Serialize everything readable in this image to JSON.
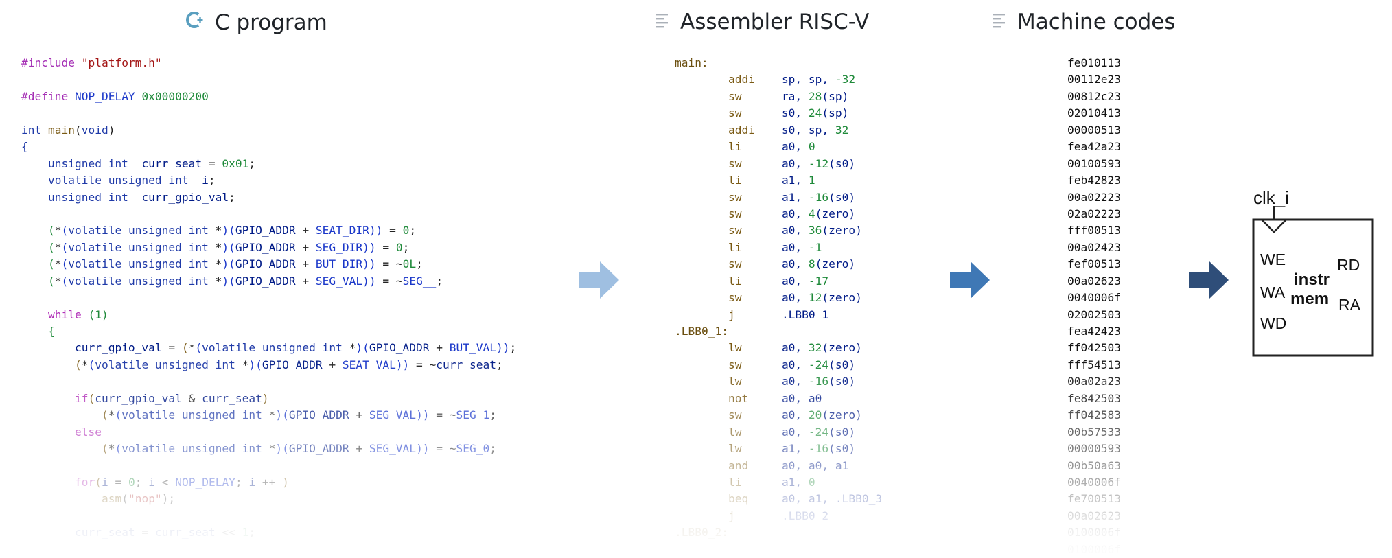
{
  "titles": {
    "c_program": "C program",
    "assembler": "Assembler RISC-V",
    "machine_codes": "Machine codes"
  },
  "icons": {
    "c_program": "c-language-icon",
    "assembler": "text-lines-icon",
    "machine_codes": "text-lines-icon",
    "arrows": "right-arrow-icon"
  },
  "colors": {
    "arrow1": "#9fbfe1",
    "arrow2": "#3f78b5",
    "arrow3": "#2f4e79",
    "c_icon": "#5a9fbf"
  },
  "c_code": [
    {
      "t": [
        {
          "c": "pp",
          "s": "#include "
        },
        {
          "c": "str",
          "s": "\"platform.h\""
        }
      ]
    },
    {
      "t": []
    },
    {
      "t": [
        {
          "c": "pp",
          "s": "#define "
        },
        {
          "c": "mac",
          "s": "NOP_DELAY "
        },
        {
          "c": "num",
          "s": "0x00000200"
        }
      ]
    },
    {
      "t": []
    },
    {
      "t": [
        {
          "c": "kw",
          "s": "int "
        },
        {
          "c": "fn",
          "s": "main"
        },
        {
          "c": "op",
          "s": "("
        },
        {
          "c": "kw",
          "s": "void"
        },
        {
          "c": "op",
          "s": ")"
        }
      ]
    },
    {
      "t": [
        {
          "c": "kw",
          "s": "{"
        }
      ]
    },
    {
      "t": [
        {
          "c": "op",
          "s": "    "
        },
        {
          "c": "kw",
          "s": "unsigned int  "
        },
        {
          "c": "id",
          "s": "curr_seat"
        },
        {
          "c": "op",
          "s": " = "
        },
        {
          "c": "num",
          "s": "0x01"
        },
        {
          "c": "op",
          "s": ";"
        }
      ]
    },
    {
      "t": [
        {
          "c": "op",
          "s": "    "
        },
        {
          "c": "kw",
          "s": "volatile unsigned int  "
        },
        {
          "c": "id",
          "s": "i"
        },
        {
          "c": "op",
          "s": ";"
        }
      ]
    },
    {
      "t": [
        {
          "c": "op",
          "s": "    "
        },
        {
          "c": "kw",
          "s": "unsigned int  "
        },
        {
          "c": "id",
          "s": "curr_gpio_val"
        },
        {
          "c": "op",
          "s": ";"
        }
      ]
    },
    {
      "t": []
    },
    {
      "t": [
        {
          "c": "num",
          "s": "    ("
        },
        {
          "c": "op",
          "s": "*"
        },
        {
          "c": "mac",
          "s": "("
        },
        {
          "c": "kw",
          "s": "volatile unsigned int "
        },
        {
          "c": "op",
          "s": "*"
        },
        {
          "c": "mac",
          "s": ")("
        },
        {
          "c": "id",
          "s": "GPIO_ADDR"
        },
        {
          "c": "op",
          "s": " + "
        },
        {
          "c": "mac",
          "s": "SEAT_DIR"
        },
        {
          "c": "mac",
          "s": "))"
        },
        {
          "c": "op",
          "s": " = "
        },
        {
          "c": "num",
          "s": "0"
        },
        {
          "c": "op",
          "s": ";"
        }
      ]
    },
    {
      "t": [
        {
          "c": "num",
          "s": "    ("
        },
        {
          "c": "op",
          "s": "*"
        },
        {
          "c": "mac",
          "s": "("
        },
        {
          "c": "kw",
          "s": "volatile unsigned int "
        },
        {
          "c": "op",
          "s": "*"
        },
        {
          "c": "mac",
          "s": ")("
        },
        {
          "c": "id",
          "s": "GPIO_ADDR"
        },
        {
          "c": "op",
          "s": " + "
        },
        {
          "c": "mac",
          "s": "SEG_DIR"
        },
        {
          "c": "mac",
          "s": "))"
        },
        {
          "c": "op",
          "s": " = "
        },
        {
          "c": "num",
          "s": "0"
        },
        {
          "c": "op",
          "s": ";"
        }
      ]
    },
    {
      "t": [
        {
          "c": "num",
          "s": "    ("
        },
        {
          "c": "op",
          "s": "*"
        },
        {
          "c": "mac",
          "s": "("
        },
        {
          "c": "kw",
          "s": "volatile unsigned int "
        },
        {
          "c": "op",
          "s": "*"
        },
        {
          "c": "mac",
          "s": ")("
        },
        {
          "c": "id",
          "s": "GPIO_ADDR"
        },
        {
          "c": "op",
          "s": " + "
        },
        {
          "c": "mac",
          "s": "BUT_DIR"
        },
        {
          "c": "mac",
          "s": "))"
        },
        {
          "c": "op",
          "s": " = ~"
        },
        {
          "c": "num",
          "s": "0L"
        },
        {
          "c": "op",
          "s": ";"
        }
      ]
    },
    {
      "t": [
        {
          "c": "num",
          "s": "    ("
        },
        {
          "c": "op",
          "s": "*"
        },
        {
          "c": "mac",
          "s": "("
        },
        {
          "c": "kw",
          "s": "volatile unsigned int "
        },
        {
          "c": "op",
          "s": "*"
        },
        {
          "c": "mac",
          "s": ")("
        },
        {
          "c": "id",
          "s": "GPIO_ADDR"
        },
        {
          "c": "op",
          "s": " + "
        },
        {
          "c": "mac",
          "s": "SEG_VAL"
        },
        {
          "c": "mac",
          "s": "))"
        },
        {
          "c": "op",
          "s": " = ~"
        },
        {
          "c": "mac",
          "s": "SEG__"
        },
        {
          "c": "op",
          "s": ";"
        }
      ]
    },
    {
      "t": []
    },
    {
      "t": [
        {
          "c": "op",
          "s": "    "
        },
        {
          "c": "ctl",
          "s": "while "
        },
        {
          "c": "num",
          "s": "(1)"
        }
      ]
    },
    {
      "t": [
        {
          "c": "num",
          "s": "    {"
        }
      ]
    },
    {
      "t": [
        {
          "c": "op",
          "s": "        "
        },
        {
          "c": "id",
          "s": "curr_gpio_val"
        },
        {
          "c": "op",
          "s": " = "
        },
        {
          "c": "fn",
          "s": "("
        },
        {
          "c": "op",
          "s": "*"
        },
        {
          "c": "mac",
          "s": "("
        },
        {
          "c": "kw",
          "s": "volatile unsigned int "
        },
        {
          "c": "op",
          "s": "*"
        },
        {
          "c": "mac",
          "s": ")("
        },
        {
          "c": "id",
          "s": "GPIO_ADDR"
        },
        {
          "c": "op",
          "s": " + "
        },
        {
          "c": "mac",
          "s": "BUT_VAL"
        },
        {
          "c": "mac",
          "s": "))"
        },
        {
          "c": "op",
          "s": ";"
        }
      ]
    },
    {
      "t": [
        {
          "c": "op",
          "s": "        "
        },
        {
          "c": "fn",
          "s": "("
        },
        {
          "c": "op",
          "s": "*"
        },
        {
          "c": "mac",
          "s": "("
        },
        {
          "c": "kw",
          "s": "volatile unsigned int "
        },
        {
          "c": "op",
          "s": "*"
        },
        {
          "c": "mac",
          "s": ")("
        },
        {
          "c": "id",
          "s": "GPIO_ADDR"
        },
        {
          "c": "op",
          "s": " + "
        },
        {
          "c": "mac",
          "s": "SEAT_VAL"
        },
        {
          "c": "mac",
          "s": "))"
        },
        {
          "c": "op",
          "s": " = ~"
        },
        {
          "c": "id",
          "s": "curr_seat"
        },
        {
          "c": "op",
          "s": ";"
        }
      ]
    },
    {
      "t": []
    },
    {
      "t": [
        {
          "c": "op",
          "s": "        "
        },
        {
          "c": "ctl",
          "s": "if"
        },
        {
          "c": "fn",
          "s": "("
        },
        {
          "c": "id",
          "s": "curr_gpio_val"
        },
        {
          "c": "op",
          "s": " & "
        },
        {
          "c": "id",
          "s": "curr_seat"
        },
        {
          "c": "fn",
          "s": ")"
        }
      ]
    },
    {
      "t": [
        {
          "c": "op",
          "s": "            "
        },
        {
          "c": "fn",
          "s": "("
        },
        {
          "c": "op",
          "s": "*"
        },
        {
          "c": "mac",
          "s": "("
        },
        {
          "c": "kw",
          "s": "volatile unsigned int "
        },
        {
          "c": "op",
          "s": "*"
        },
        {
          "c": "mac",
          "s": ")("
        },
        {
          "c": "id",
          "s": "GPIO_ADDR"
        },
        {
          "c": "op",
          "s": " + "
        },
        {
          "c": "mac",
          "s": "SEG_VAL"
        },
        {
          "c": "mac",
          "s": "))"
        },
        {
          "c": "op",
          "s": " = ~"
        },
        {
          "c": "mac",
          "s": "SEG_1"
        },
        {
          "c": "op",
          "s": ";"
        }
      ]
    },
    {
      "t": [
        {
          "c": "op",
          "s": "        "
        },
        {
          "c": "ctl",
          "s": "else"
        }
      ]
    },
    {
      "t": [
        {
          "c": "op",
          "s": "            "
        },
        {
          "c": "fn",
          "s": "("
        },
        {
          "c": "op",
          "s": "*"
        },
        {
          "c": "mac",
          "s": "("
        },
        {
          "c": "kw",
          "s": "volatile unsigned int "
        },
        {
          "c": "op",
          "s": "*"
        },
        {
          "c": "mac",
          "s": ")("
        },
        {
          "c": "id",
          "s": "GPIO_ADDR"
        },
        {
          "c": "op",
          "s": " + "
        },
        {
          "c": "mac",
          "s": "SEG_VAL"
        },
        {
          "c": "mac",
          "s": "))"
        },
        {
          "c": "op",
          "s": " = ~"
        },
        {
          "c": "mac",
          "s": "SEG_0"
        },
        {
          "c": "op",
          "s": ";"
        }
      ]
    },
    {
      "t": []
    },
    {
      "t": [
        {
          "c": "op",
          "s": "        "
        },
        {
          "c": "ctl",
          "s": "for"
        },
        {
          "c": "fn",
          "s": "("
        },
        {
          "c": "id",
          "s": "i"
        },
        {
          "c": "op",
          "s": " = "
        },
        {
          "c": "num",
          "s": "0"
        },
        {
          "c": "op",
          "s": "; "
        },
        {
          "c": "id",
          "s": "i"
        },
        {
          "c": "op",
          "s": " < "
        },
        {
          "c": "mac",
          "s": "NOP_DELAY"
        },
        {
          "c": "op",
          "s": "; "
        },
        {
          "c": "id",
          "s": "i"
        },
        {
          "c": "op",
          "s": " ++ "
        },
        {
          "c": "fn",
          "s": ")"
        }
      ]
    },
    {
      "t": [
        {
          "c": "op",
          "s": "            "
        },
        {
          "c": "fn",
          "s": "asm"
        },
        {
          "c": "op",
          "s": "("
        },
        {
          "c": "str",
          "s": "\"nop\""
        },
        {
          "c": "op",
          "s": ");"
        }
      ]
    },
    {
      "t": []
    },
    {
      "t": [
        {
          "c": "op",
          "s": "        "
        },
        {
          "c": "id",
          "s": "curr_seat"
        },
        {
          "c": "op",
          "s": " = "
        },
        {
          "c": "id",
          "s": "curr_seat"
        },
        {
          "c": "op",
          "s": " << "
        },
        {
          "c": "num",
          "s": "1"
        },
        {
          "c": "op",
          "s": ";"
        }
      ]
    }
  ],
  "asm_code": [
    {
      "label": "main:"
    },
    {
      "mn": "addi",
      "ops": [
        {
          "c": "id",
          "s": "sp, sp, "
        },
        {
          "c": "num",
          "s": "-32"
        }
      ]
    },
    {
      "mn": "sw",
      "ops": [
        {
          "c": "id",
          "s": "ra, "
        },
        {
          "c": "num",
          "s": "28"
        },
        {
          "c": "id",
          "s": "(sp)"
        }
      ]
    },
    {
      "mn": "sw",
      "ops": [
        {
          "c": "id",
          "s": "s0, "
        },
        {
          "c": "num",
          "s": "24"
        },
        {
          "c": "id",
          "s": "(sp)"
        }
      ]
    },
    {
      "mn": "addi",
      "ops": [
        {
          "c": "id",
          "s": "s0, sp, "
        },
        {
          "c": "num",
          "s": "32"
        }
      ]
    },
    {
      "mn": "li",
      "ops": [
        {
          "c": "id",
          "s": "a0, "
        },
        {
          "c": "num",
          "s": "0"
        }
      ]
    },
    {
      "mn": "sw",
      "ops": [
        {
          "c": "id",
          "s": "a0, "
        },
        {
          "c": "num",
          "s": "-12"
        },
        {
          "c": "id",
          "s": "(s0)"
        }
      ]
    },
    {
      "mn": "li",
      "ops": [
        {
          "c": "id",
          "s": "a1, "
        },
        {
          "c": "num",
          "s": "1"
        }
      ]
    },
    {
      "mn": "sw",
      "ops": [
        {
          "c": "id",
          "s": "a1, "
        },
        {
          "c": "num",
          "s": "-16"
        },
        {
          "c": "id",
          "s": "(s0)"
        }
      ]
    },
    {
      "mn": "sw",
      "ops": [
        {
          "c": "id",
          "s": "a0, "
        },
        {
          "c": "num",
          "s": "4"
        },
        {
          "c": "id",
          "s": "(zero)"
        }
      ]
    },
    {
      "mn": "sw",
      "ops": [
        {
          "c": "id",
          "s": "a0, "
        },
        {
          "c": "num",
          "s": "36"
        },
        {
          "c": "id",
          "s": "(zero)"
        }
      ]
    },
    {
      "mn": "li",
      "ops": [
        {
          "c": "id",
          "s": "a0, "
        },
        {
          "c": "num",
          "s": "-1"
        }
      ]
    },
    {
      "mn": "sw",
      "ops": [
        {
          "c": "id",
          "s": "a0, "
        },
        {
          "c": "num",
          "s": "8"
        },
        {
          "c": "id",
          "s": "(zero)"
        }
      ]
    },
    {
      "mn": "li",
      "ops": [
        {
          "c": "id",
          "s": "a0, "
        },
        {
          "c": "num",
          "s": "-17"
        }
      ]
    },
    {
      "mn": "sw",
      "ops": [
        {
          "c": "id",
          "s": "a0, "
        },
        {
          "c": "num",
          "s": "12"
        },
        {
          "c": "id",
          "s": "(zero)"
        }
      ]
    },
    {
      "mn": "j",
      "ops": [
        {
          "c": "id",
          "s": ".LBB0_1"
        }
      ]
    },
    {
      "label": ".LBB0_1:"
    },
    {
      "mn": "lw",
      "ops": [
        {
          "c": "id",
          "s": "a0, "
        },
        {
          "c": "num",
          "s": "32"
        },
        {
          "c": "id",
          "s": "(zero)"
        }
      ]
    },
    {
      "mn": "sw",
      "ops": [
        {
          "c": "id",
          "s": "a0, "
        },
        {
          "c": "num",
          "s": "-24"
        },
        {
          "c": "id",
          "s": "(s0)"
        }
      ]
    },
    {
      "mn": "lw",
      "ops": [
        {
          "c": "id",
          "s": "a0, "
        },
        {
          "c": "num",
          "s": "-16"
        },
        {
          "c": "id",
          "s": "(s0)"
        }
      ]
    },
    {
      "mn": "not",
      "ops": [
        {
          "c": "id",
          "s": "a0, a0"
        }
      ]
    },
    {
      "mn": "sw",
      "ops": [
        {
          "c": "id",
          "s": "a0, "
        },
        {
          "c": "num",
          "s": "20"
        },
        {
          "c": "id",
          "s": "(zero)"
        }
      ]
    },
    {
      "mn": "lw",
      "ops": [
        {
          "c": "id",
          "s": "a0, "
        },
        {
          "c": "num",
          "s": "-24"
        },
        {
          "c": "id",
          "s": "(s0)"
        }
      ]
    },
    {
      "mn": "lw",
      "ops": [
        {
          "c": "id",
          "s": "a1, "
        },
        {
          "c": "num",
          "s": "-16"
        },
        {
          "c": "id",
          "s": "(s0)"
        }
      ]
    },
    {
      "mn": "and",
      "ops": [
        {
          "c": "id",
          "s": "a0, a0, a1"
        }
      ]
    },
    {
      "mn": "li",
      "ops": [
        {
          "c": "id",
          "s": "a1, "
        },
        {
          "c": "num",
          "s": "0"
        }
      ]
    },
    {
      "mn": "beq",
      "ops": [
        {
          "c": "id",
          "s": "a0, a1, .LBB0_3"
        }
      ]
    },
    {
      "mn": "j",
      "ops": [
        {
          "c": "id",
          "s": ".LBB0_2"
        }
      ]
    },
    {
      "label": ".LBB0_2:"
    }
  ],
  "machine_codes": [
    "fe010113",
    "00112e23",
    "00812c23",
    "02010413",
    "00000513",
    "fea42a23",
    "00100593",
    "feb42823",
    "00a02223",
    "02a02223",
    "fff00513",
    "00a02423",
    "fef00513",
    "00a02623",
    "0040006f",
    "02002503",
    "fea42423",
    "ff042503",
    "fff54513",
    "00a02a23",
    "fe842503",
    "ff042583",
    "00b57533",
    "00000593",
    "00b50a63",
    "0040006f",
    "fe700513",
    "00a02623",
    "0100006f",
    "0100006f"
  ],
  "instr_mem": {
    "clock_label": "clk_i",
    "title_line1": "instr",
    "title_line2": "mem",
    "port_we": "WE",
    "port_wa": "WA",
    "port_wd": "WD",
    "port_rd": "RD",
    "port_ra": "RA"
  }
}
